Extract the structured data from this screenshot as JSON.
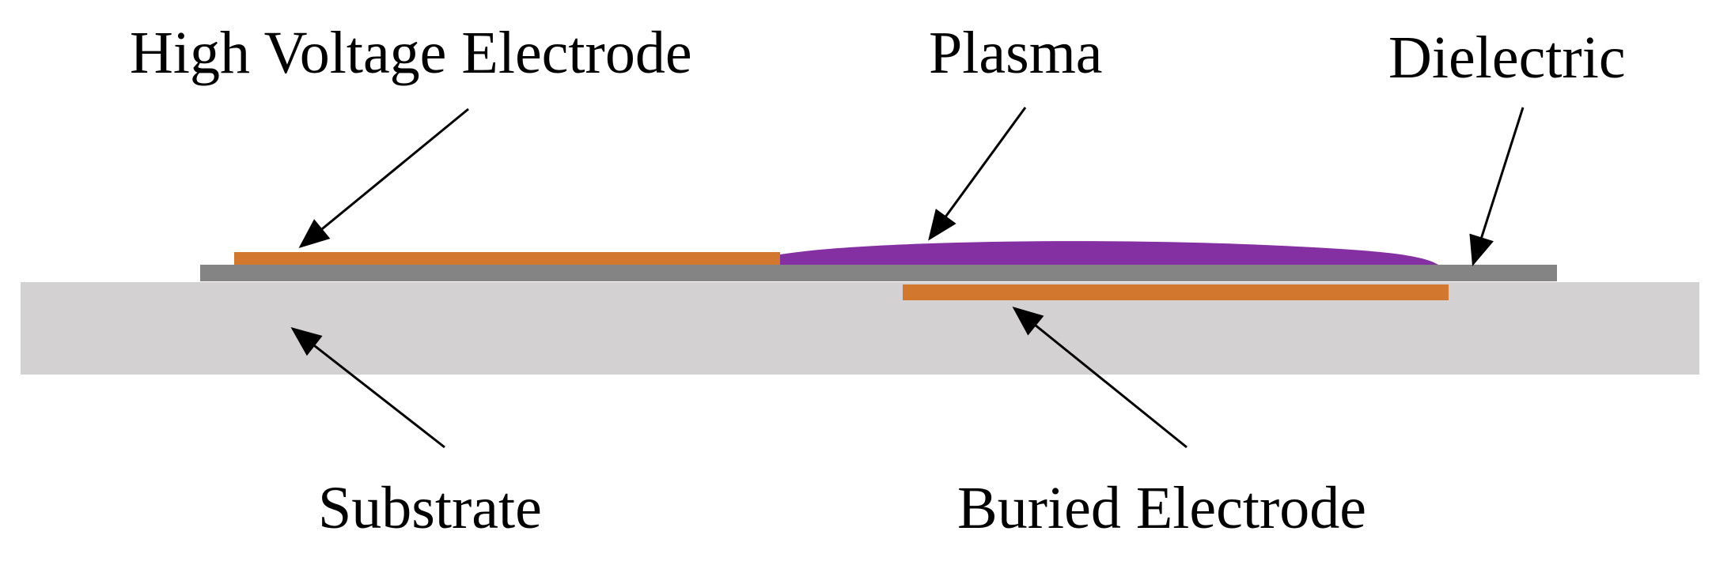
{
  "labels": {
    "high_voltage_electrode": "High Voltage Electrode",
    "plasma": "Plasma",
    "dielectric": "Dielectric",
    "substrate": "Substrate",
    "buried_electrode": "Buried Electrode"
  },
  "colors": {
    "substrate": "#d3d1d2",
    "dielectric": "#848484",
    "electrode": "#d2772e",
    "plasma": "#8430a3",
    "arrow": "#000000",
    "text": "#000000"
  }
}
